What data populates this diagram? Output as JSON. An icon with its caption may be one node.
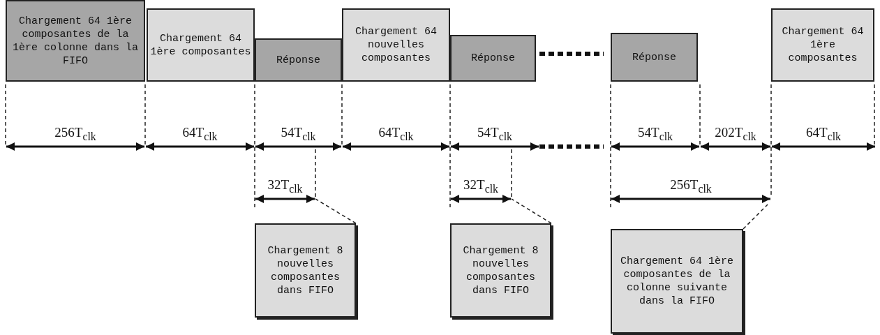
{
  "diagram": {
    "nodes": [
      {
        "text": [
          "Chargement 64 1ère composantes de la 1ère colonne dans la FIFO"
        ]
      },
      {
        "text": [
          "Chargement 64 1ère composantes"
        ]
      },
      {
        "text": [
          "Réponse"
        ]
      },
      {
        "text": [
          "Chargement 64 nouvelles composantes"
        ]
      },
      {
        "text": [
          "Réponse"
        ]
      },
      {
        "text": [
          "Réponse"
        ]
      },
      {
        "text": [
          "Chargement 64 1ère composantes"
        ]
      },
      {
        "text": [
          "Chargement 8 nouvelles composantes dans FIFO"
        ]
      },
      {
        "text": [
          "Chargement 8 nouvelles composantes dans FIFO"
        ]
      },
      {
        "text": [
          "Chargement 64 1ère composantes de la colonne suivante dans la FIFO"
        ]
      }
    ],
    "edges": [
      {
        "from": 7,
        "to": null,
        "arrow": "none",
        "style": "dashed"
      },
      {
        "from": 8,
        "to": null,
        "arrow": "none",
        "style": "dashed"
      },
      {
        "from": 9,
        "to": null,
        "arrow": "none",
        "style": "dashed"
      }
    ],
    "labels": [
      "256T$_{clk}$",
      "64T$_{clk}$",
      "54T$_{clk}$",
      "64T$_{clk}$",
      "54T$_{clk}$",
      "54T$_{clk}$",
      "202T$_{clk}$",
      "64T$_{clk}$",
      "32T$_{clk}$",
      "32T$_{clk}$",
      "256T$_{clk}$"
    ]
  }
}
